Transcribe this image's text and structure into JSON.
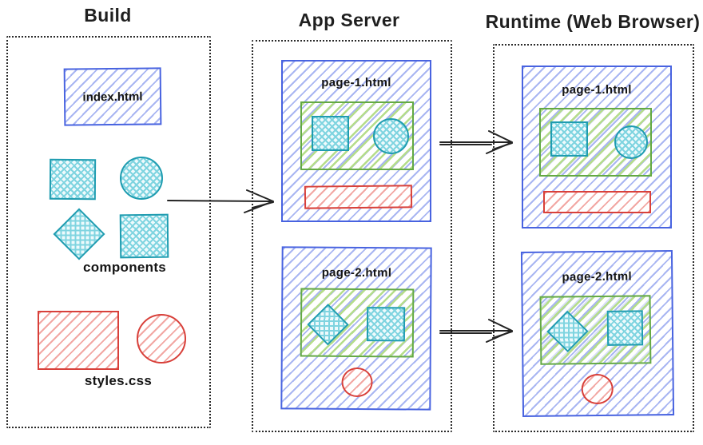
{
  "diagram": {
    "columns": [
      {
        "id": "build",
        "title": "Build"
      },
      {
        "id": "app-server",
        "title": "App Server"
      },
      {
        "id": "runtime",
        "title": "Runtime (Web Browser)"
      }
    ],
    "build": {
      "index_file": "index.html",
      "components_label": "components",
      "styles_file": "styles.css",
      "component_shapes": [
        "square",
        "circle",
        "diamond",
        "square"
      ],
      "style_shapes": [
        "rectangle",
        "circle"
      ]
    },
    "app_server": {
      "pages": [
        {
          "title": "page-1.html",
          "content_shapes": [
            "square",
            "circle"
          ],
          "style_shape": "bar"
        },
        {
          "title": "page-2.html",
          "content_shapes": [
            "diamond",
            "square"
          ],
          "style_shape": "circle"
        }
      ]
    },
    "runtime": {
      "pages": [
        {
          "title": "page-1.html",
          "content_shapes": [
            "square",
            "circle"
          ],
          "style_shape": "bar"
        },
        {
          "title": "page-2.html",
          "content_shapes": [
            "diamond",
            "square"
          ],
          "style_shape": "circle"
        }
      ]
    },
    "arrows": [
      {
        "from": "build",
        "to": "app-server"
      },
      {
        "from": "app-server-page-1",
        "to": "runtime-page-1"
      },
      {
        "from": "app-server-page-2",
        "to": "runtime-page-2"
      }
    ],
    "colors": {
      "ink": "#1f1f1f",
      "blue_stroke": "#4863e0",
      "blue_fill": "#a9b6f2",
      "teal_stroke": "#1f9cb0",
      "teal_fill": "#7fd4e0",
      "green_stroke": "#63a944",
      "green_fill": "#b5dd8a",
      "red_stroke": "#d8403a",
      "red_fill": "#f2a7a3"
    }
  }
}
